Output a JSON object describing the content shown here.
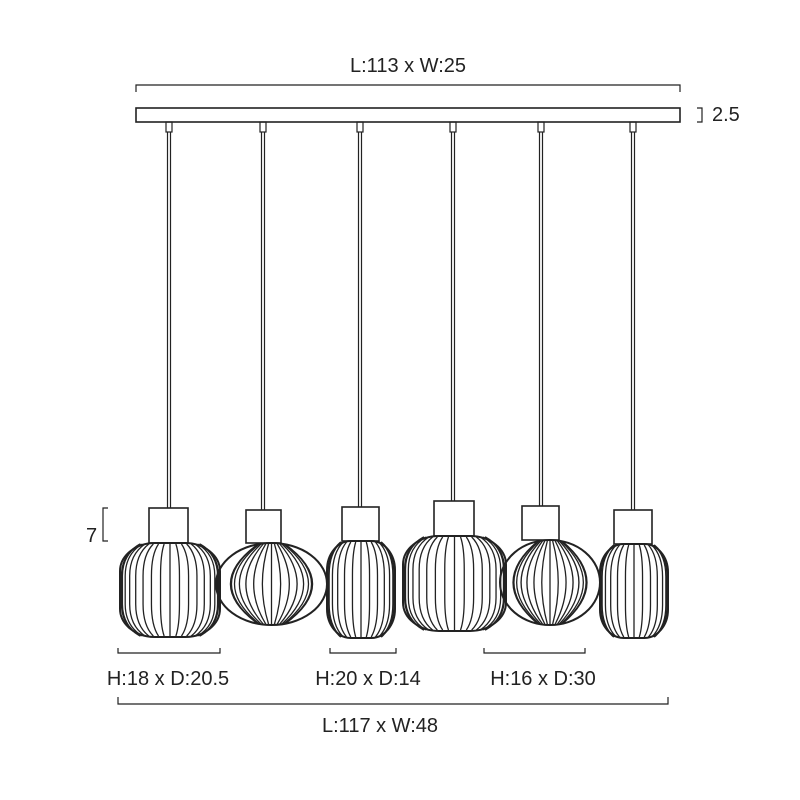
{
  "dimensions": {
    "canopy": "L:113 x W:25",
    "canopy_height": "2.5",
    "holder_height": "7",
    "shade_a": "H:18 x D:20.5",
    "shade_b": "H:20 x D:14",
    "shade_c": "H:16 x D:30",
    "overall": "L:117 x W:48"
  },
  "colors": {
    "line": "#222222",
    "background": "#ffffff"
  }
}
